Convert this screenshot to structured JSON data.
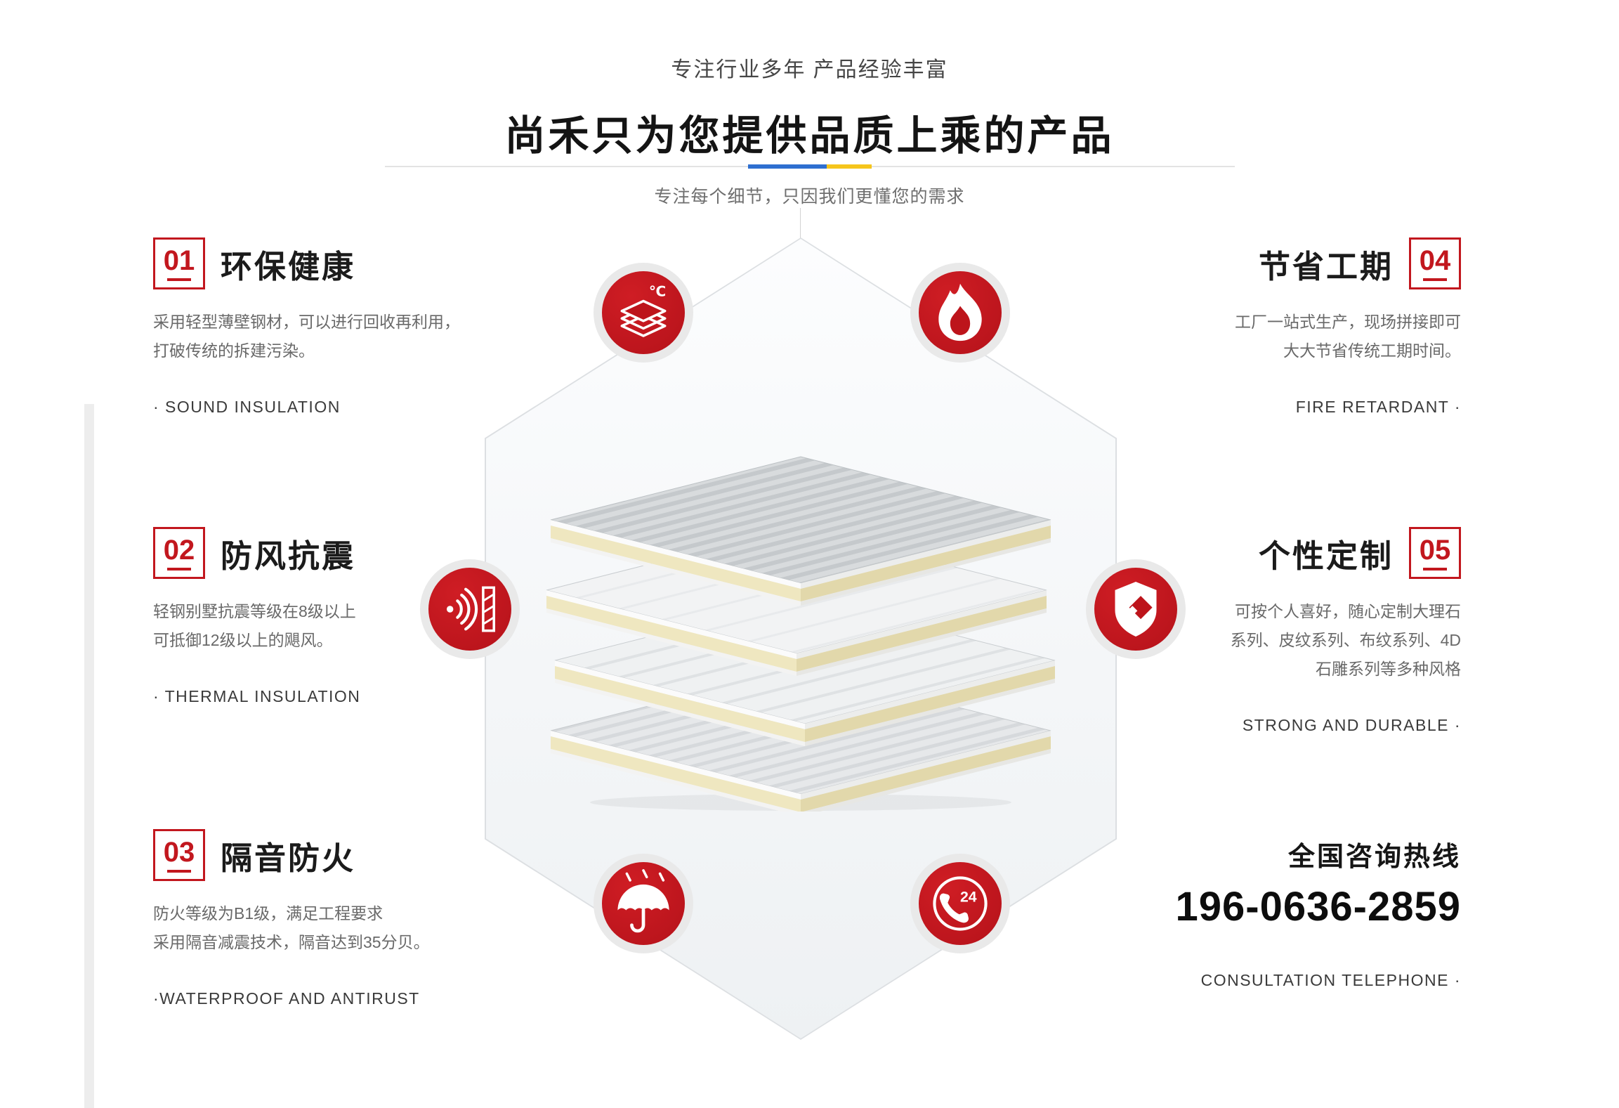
{
  "colors": {
    "accent_red": "#c2171e",
    "divider_blue": "#2e6fd0",
    "divider_yellow": "#f5c51c",
    "title_color": "#141414",
    "body_text": "#696969",
    "ring_gray": "#e9e9e9"
  },
  "header": {
    "tagline": "专注行业多年 产品经验丰富",
    "title": "尚禾只为您提供品质上乘的产品",
    "subtitle": "专注每个细节，只因我们更懂您的需求"
  },
  "features": [
    {
      "num": "01",
      "title": "环保健康",
      "desc": "采用轻型薄壁钢材，可以进行回收再利用，\n打破传统的拆建污染。",
      "en": "· SOUND INSULATION",
      "side": "left"
    },
    {
      "num": "02",
      "title": "防风抗震",
      "desc": "轻钢别墅抗震等级在8级以上\n可抵御12级以上的飓风。",
      "en": "· THERMAL INSULATION",
      "side": "left"
    },
    {
      "num": "03",
      "title": "隔音防火",
      "desc": "防火等级为B1级，满足工程要求\n采用隔音减震技术，隔音达到35分贝。",
      "en": "·WATERPROOF AND ANTIRUST",
      "side": "left"
    },
    {
      "num": "04",
      "title": "节省工期",
      "desc": "工厂一站式生产，现场拼接即可\n大大节省传统工期时间。",
      "en": "FIRE RETARDANT ·",
      "side": "right"
    },
    {
      "num": "05",
      "title": "个性定制",
      "desc": "可按个人喜好，随心定制大理石\n系列、皮纹系列、布纹系列、4D\n石雕系列等多种风格",
      "en": "STRONG AND DURABLE ·",
      "side": "right"
    }
  ],
  "hotline": {
    "label": "全国咨询热线",
    "phone": "196-0636-2859",
    "en": "CONSULTATION TELEPHONE ·"
  },
  "icons": {
    "thermal_symbol": "℃",
    "phone_badge": "24",
    "list": [
      "thermal-layers-icon",
      "flame-icon",
      "sound-insulation-icon",
      "shield-icon",
      "umbrella-rain-icon",
      "phone-24h-icon"
    ]
  }
}
